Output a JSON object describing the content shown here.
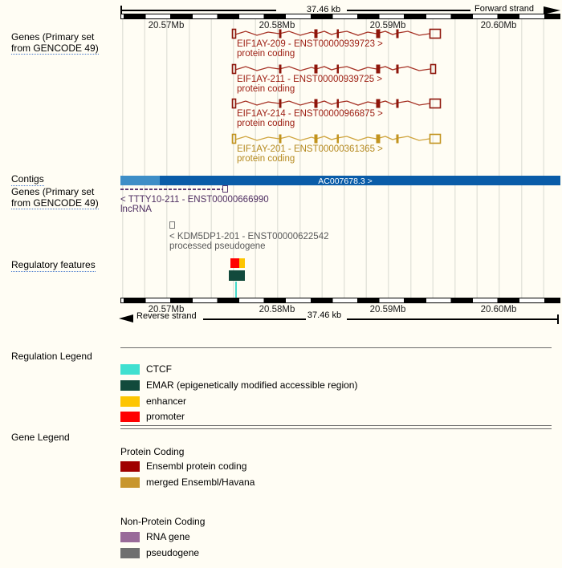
{
  "ruler": {
    "kb_top": "37.46 kb",
    "kb_bottom": "37.46 kb",
    "forward": "Forward strand",
    "reverse": "Reverse strand"
  },
  "coords": [
    "20.57Mb",
    "20.58Mb",
    "20.59Mb",
    "20.60Mb"
  ],
  "track_labels": {
    "genes_forward_line1": "Genes (Primary set",
    "genes_forward_line2": "from GENCODE 49)",
    "contigs": "Contigs",
    "genes_reverse_line1": "Genes (Primary set",
    "genes_reverse_line2": "from GENCODE 49)",
    "regulatory": "Regulatory features"
  },
  "forward_transcripts": [
    {
      "label": "EIF1AY-209 - ENST00000939723 >",
      "biotype": "protein coding",
      "color": "#9c1c10"
    },
    {
      "label": "EIF1AY-211 - ENST00000939725 >",
      "biotype": "protein coding",
      "color": "#9c1c10"
    },
    {
      "label": "EIF1AY-214 - ENST00000966875 >",
      "biotype": "protein coding",
      "color": "#9c1c10"
    },
    {
      "label": "EIF1AY-201 - ENST00000361365 >",
      "biotype": "protein coding",
      "color": "#b5891e"
    }
  ],
  "contig": {
    "label": "AC007678.3 >",
    "color_left": "#3e8ec7",
    "color_main": "#0a5ca8"
  },
  "reverse_transcripts": [
    {
      "label": "< TTTY10-211 - ENST00000666990",
      "biotype": "lncRNA",
      "color": "#4f2f62"
    },
    {
      "label": "< KDM5DP1-201 - ENST00000622542",
      "biotype": "processed pseudogene",
      "color": "#595959"
    }
  ],
  "regulation_legend": {
    "title": "Regulation Legend",
    "items": [
      {
        "label": "CTCF",
        "color": "#40e0d0"
      },
      {
        "label": "EMAR (epigenetically modified accessible region)",
        "color": "#124a3c"
      },
      {
        "label": "enhancer",
        "color": "#fdc500"
      },
      {
        "label": "promoter",
        "color": "#ff0000"
      }
    ]
  },
  "gene_legend": {
    "title": "Gene Legend",
    "sections": [
      {
        "heading": "Protein Coding",
        "items": [
          {
            "label": "Ensembl protein coding",
            "color": "#a00000"
          },
          {
            "label": "merged Ensembl/Havana",
            "color": "#c8962d"
          }
        ]
      },
      {
        "heading": "Non-Protein Coding",
        "items": [
          {
            "label": "RNA gene",
            "color": "#996a99"
          },
          {
            "label": "pseudogene",
            "color": "#6f6f6f"
          }
        ]
      }
    ]
  }
}
